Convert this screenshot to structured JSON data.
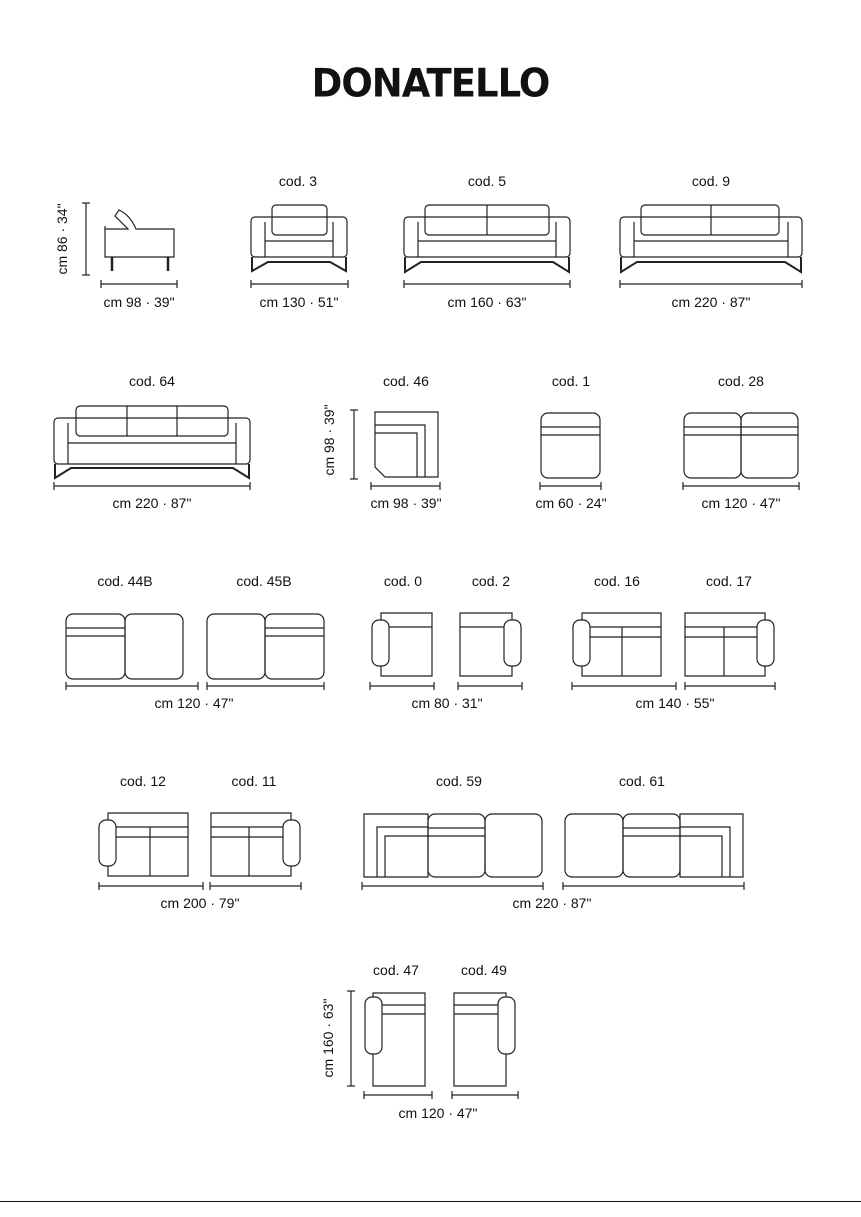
{
  "title": "DONATELLO",
  "codes": {
    "c3": "cod. 3",
    "c5": "cod. 5",
    "c9": "cod. 9",
    "c64": "cod. 64",
    "c46": "cod. 46",
    "c1": "cod. 1",
    "c28": "cod. 28",
    "c44b": "cod. 44B",
    "c45b": "cod. 45B",
    "c0": "cod. 0",
    "c2": "cod. 2",
    "c16": "cod. 16",
    "c17": "cod. 17",
    "c12": "cod. 12",
    "c11": "cod. 11",
    "c59": "cod. 59",
    "c61": "cod. 61",
    "c47": "cod. 47",
    "c49": "cod. 49"
  },
  "dims": {
    "side_h": "cm 86 · 34\"",
    "side_w": "cm 98 · 39\"",
    "c3_w": "cm 130 · 51\"",
    "c5_w": "cm 160 · 63\"",
    "c9_w": "cm 220 · 87\"",
    "c64_w": "cm 220 · 87\"",
    "c46_h": "cm 98 · 39\"",
    "c46_w": "cm 98 · 39\"",
    "c1_w": "cm 60 · 24\"",
    "c28_w": "cm 120 · 47\"",
    "row3a_w": "cm 120 · 47\"",
    "row3b_w": "cm 80 · 31\"",
    "row3c_w": "cm 140 · 55\"",
    "row4a_w": "cm 200 · 79\"",
    "row4b_w": "cm 220 · 87\"",
    "c47_h": "cm 160 · 63\"",
    "c47_w": "cm 120 · 47\""
  }
}
